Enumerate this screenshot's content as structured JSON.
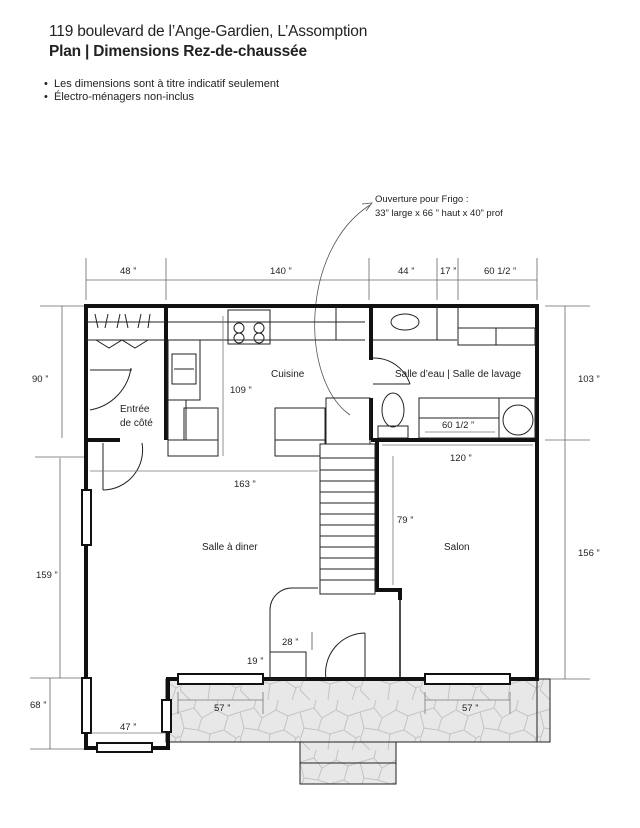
{
  "header": {
    "title": "119 boulevard de l’Ange-Gardien, L’Assomption",
    "subtitle": "Plan | Dimensions Rez-de-chaussée"
  },
  "notes": [
    "Les dimensions sont à titre indicatif seulement",
    "Électro-ménagers non-inclus"
  ],
  "annotation": {
    "line1": "Ouverture pour Frigo :",
    "line2": "33” large x 66 ” haut x 40” prof"
  },
  "rooms": {
    "entree": [
      "Entrée",
      "de côté"
    ],
    "cuisine": "Cuisine",
    "salle_eau": "Salle d’eau | Salle de lavage",
    "salle_diner": "Salle à diner",
    "salon": "Salon"
  },
  "dimensions": {
    "top": [
      "48 ”",
      "140 ”",
      "44 ”",
      "17 ”",
      "60 1/2 ”"
    ],
    "left": [
      "90 ”",
      "159 ”",
      "68 ”"
    ],
    "right": [
      "103 ”",
      "156 ”"
    ],
    "interior": {
      "kitchen_height": "109 ”",
      "dining_width": "163 ”",
      "laundry_counter": "60 1/2 ”",
      "salon_width": "120 ”",
      "salon_partial": "79 ”",
      "closet_w": "28 ”",
      "closet_d": "19 ”",
      "side_window": "47 ”",
      "window_left": "57 ”",
      "window_right": "57 ”"
    }
  }
}
